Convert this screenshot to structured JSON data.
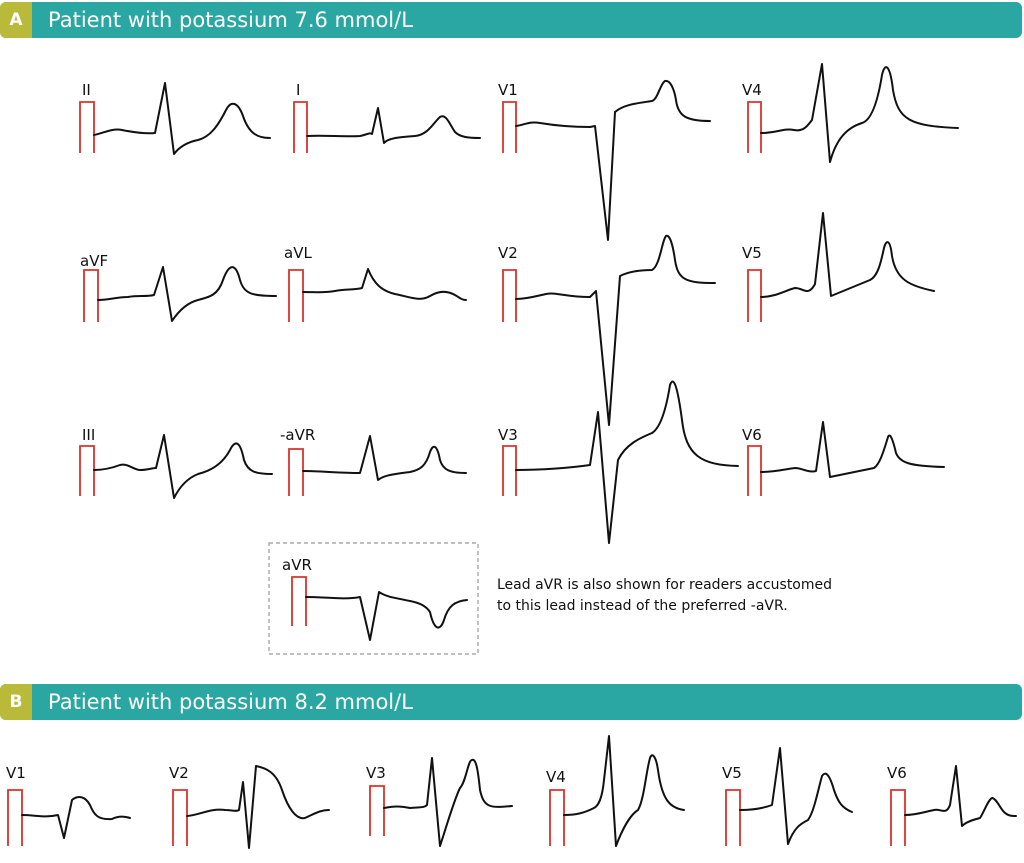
{
  "panel_a": {
    "badge": "A",
    "title": "Patient with potassium 7.6 mmol/L",
    "leads": [
      {
        "id": "II",
        "label": "II"
      },
      {
        "id": "I",
        "label": "I"
      },
      {
        "id": "V1",
        "label": "V1"
      },
      {
        "id": "V4",
        "label": "V4"
      },
      {
        "id": "aVF",
        "label": "aVF"
      },
      {
        "id": "aVL",
        "label": "aVL"
      },
      {
        "id": "V2",
        "label": "V2"
      },
      {
        "id": "V5",
        "label": "V5"
      },
      {
        "id": "III",
        "label": "III"
      },
      {
        "id": "neg-aVR",
        "label": "-aVR"
      },
      {
        "id": "V3",
        "label": "V3"
      },
      {
        "id": "V6",
        "label": "V6"
      }
    ],
    "inset": {
      "label": "aVR",
      "note_line1": "Lead aVR is also shown for readers accustomed",
      "note_line2": "to this lead instead of the preferred -aVR."
    }
  },
  "panel_b": {
    "badge": "B",
    "title": "Patient with potassium 8.2 mmol/L",
    "leads": [
      {
        "id": "V1",
        "label": "V1"
      },
      {
        "id": "V2",
        "label": "V2"
      },
      {
        "id": "V3",
        "label": "V3"
      },
      {
        "id": "V4",
        "label": "V4"
      },
      {
        "id": "V5",
        "label": "V5"
      },
      {
        "id": "V6",
        "label": "V6"
      }
    ]
  },
  "colors": {
    "banner": "#2aa7a3",
    "badge": "#b9ba3a",
    "calibration": "#d9332b",
    "trace": "#111111",
    "inset_border": "#999999"
  }
}
